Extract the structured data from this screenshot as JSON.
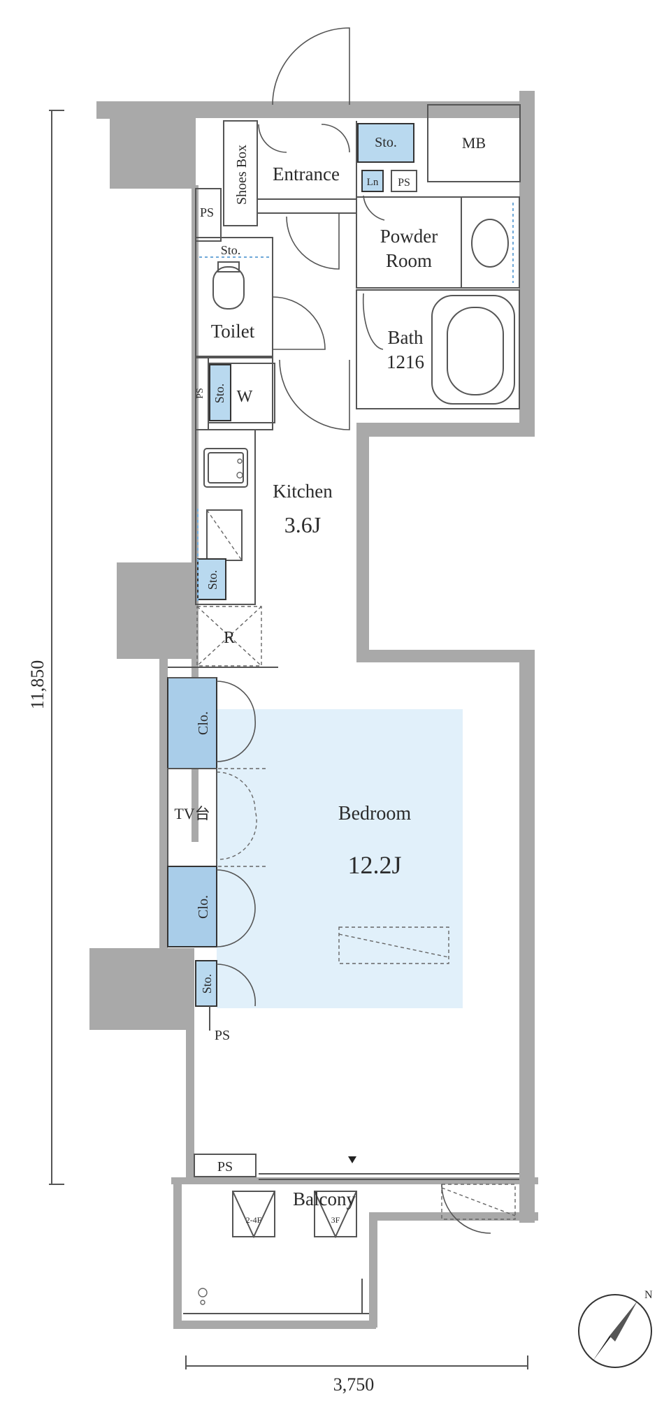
{
  "dimensions": {
    "height": "11,850",
    "width": "3,750"
  },
  "rooms": {
    "entrance": "Entrance",
    "shoes_box": "Shoes Box",
    "sto_entrance": "Sto.",
    "mb": "MB",
    "ps_top_left": "PS",
    "ln": "Ln",
    "ps_top_right": "PS",
    "powder_room_1": "Powder",
    "powder_room_2": "Room",
    "sto_toilet": "Sto.",
    "toilet": "Toilet",
    "bath": "Bath",
    "bath_size": "1216",
    "sto_w": "Sto.",
    "ps_w": "PS",
    "washer": "W",
    "kitchen": "Kitchen",
    "kitchen_size": "3.6J",
    "sto_kitchen": "Sto.",
    "refrigerator": "R",
    "clo_1": "Clo.",
    "tv": "TV台",
    "clo_2": "Clo.",
    "sto_bedroom": "Sto.",
    "ps_bedroom": "PS",
    "bedroom": "Bedroom",
    "bedroom_size": "12.2J",
    "ps_balcony": "PS",
    "balcony": "Balcony",
    "hatch_1": "2-4F",
    "hatch_2": "3F"
  },
  "compass": {
    "label": "N"
  },
  "colors": {
    "wall": "#a9a9a9",
    "storage": "#b9d9ef",
    "bedroom_floor": "#e1f0fa"
  }
}
